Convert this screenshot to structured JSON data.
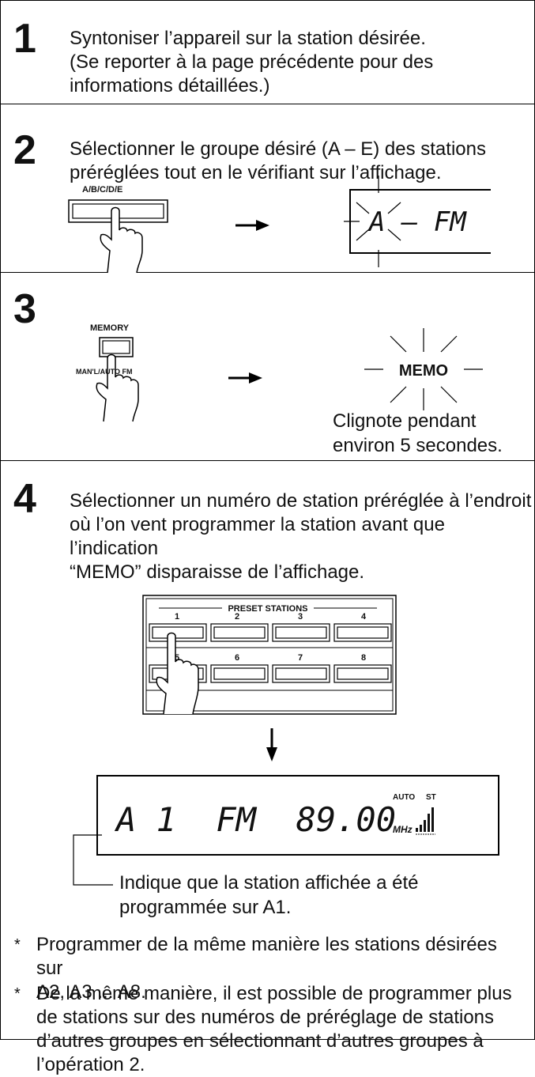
{
  "steps": [
    {
      "number": "1",
      "text": "Syntoniser l’appareil sur la station désirée.\n(Se reporter à la page précédente pour des informations détaillées.)"
    },
    {
      "number": "2",
      "text": "Sélectionner le groupe désiré (A – E) des stations\npréréglées tout en le vérifiant sur l’affichage."
    },
    {
      "number": "3",
      "text": ""
    },
    {
      "number": "4",
      "text": "Sélectionner un numéro de station préréglée à l’endroit\noù l’on vent programmer la station avant que l’indication\n“MEMO” disparaisse de l’affichage."
    }
  ],
  "step2": {
    "button_label": "A/B/C/D/E",
    "display_text": "A — FM"
  },
  "step3": {
    "button_top_label": "MEMORY",
    "button_bottom_label": "MAN'L/AUTO FM",
    "display_text": "MEMO",
    "caption": "Clignote pendant\nenviron 5 secondes."
  },
  "step4": {
    "preset_header": "PRESET STATIONS",
    "preset_numbers": [
      "1",
      "2",
      "3",
      "4",
      "5",
      "6",
      "7",
      "8"
    ],
    "display_text": "A 1  FM  89.00",
    "display_unit": "MHz",
    "display_auto": "AUTO",
    "display_st": "ST",
    "callout": "Indique que la station affichée a été\nprogrammée sur A1."
  },
  "notes": [
    {
      "bullet": "*",
      "text": "Programmer de la même manière les stations désirées sur\nA2, A3 ... A8."
    },
    {
      "bullet": "*",
      "text": "De la même manière, il est possible de programmer plus\nde stations sur des numéros de préréglage de stations\nd’autres groupes en sélectionnant d’autres groupes à\nl’opération 2."
    }
  ]
}
